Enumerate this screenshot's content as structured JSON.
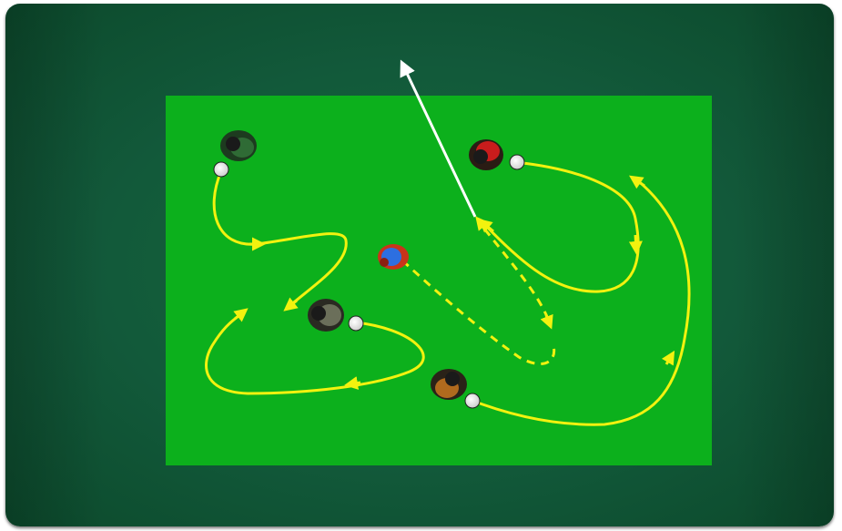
{
  "diagram": {
    "colors": {
      "background": "#12593a",
      "pitch": "#0cb01c",
      "dribble_path": "#f2f20f",
      "pass_path": "#f2f20f",
      "run_arrow": "#ffffff",
      "ball": "#ffffff"
    },
    "players": [
      {
        "name": "player-green",
        "shirt": "#2f6b35"
      },
      {
        "name": "player-red",
        "shirt": "#c91c1c"
      },
      {
        "name": "player-blue",
        "shirt": "#2d6fe0"
      },
      {
        "name": "player-grey",
        "shirt": "#6b6f5a"
      },
      {
        "name": "player-orange",
        "shirt": "#b06a1e"
      }
    ]
  }
}
